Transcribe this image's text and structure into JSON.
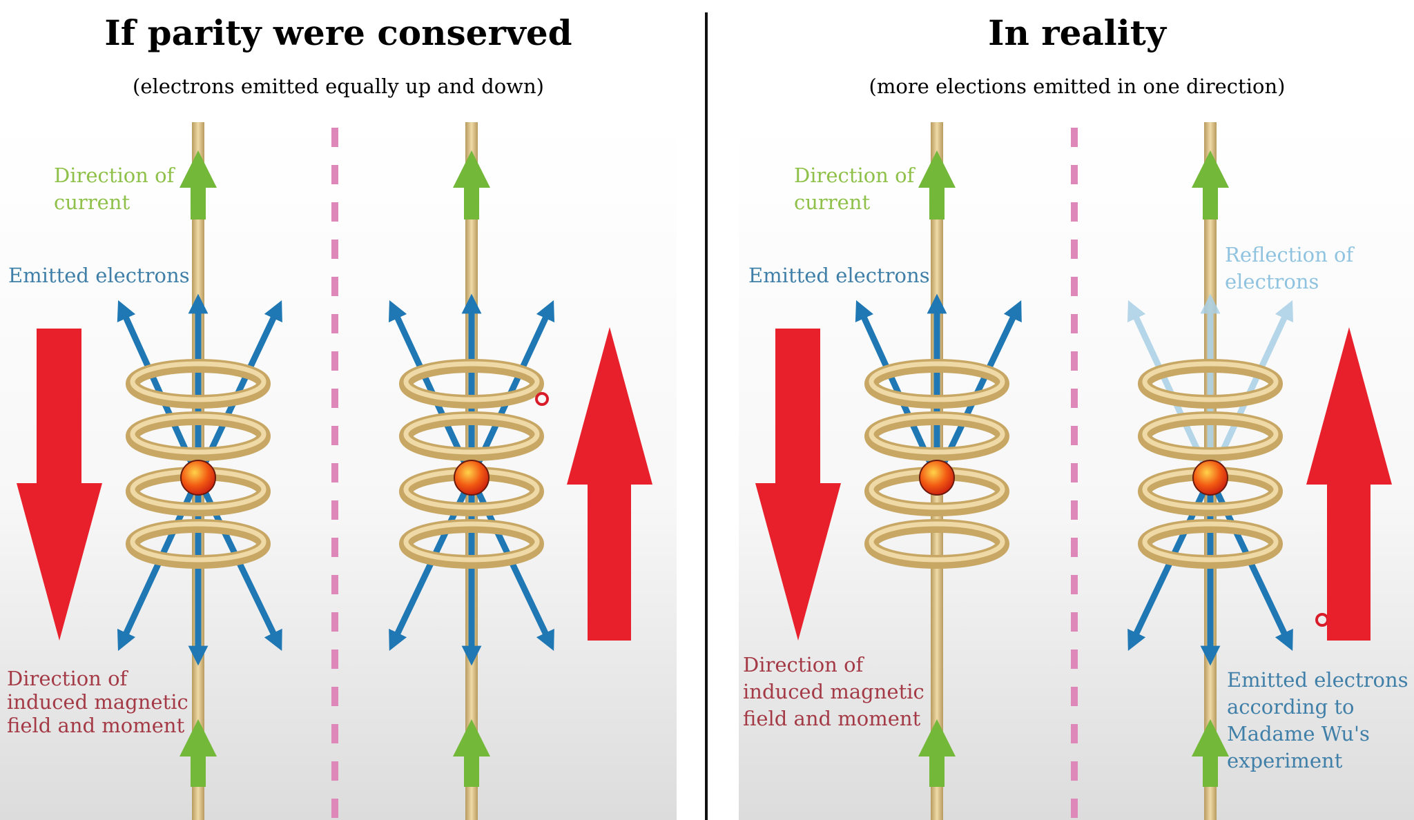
{
  "panels": {
    "left": {
      "title": "If parity were conserved",
      "subtitle": "(electrons emitted equally up and down)"
    },
    "right": {
      "title": "In reality",
      "subtitle": "(more elections emitted in one direction)"
    }
  },
  "labels": {
    "current_1": "Direction of",
    "current_2": "current",
    "electrons": "Emitted electrons",
    "field_1": "Direction of",
    "field_2": "induced magnetic",
    "field_3": "field and moment",
    "reflection_1": "Reflection of",
    "reflection_2": "electrons",
    "wu_1": "Emitted electrons",
    "wu_2": "according to",
    "wu_3": "Madame Wu's",
    "wu_4": "experiment"
  },
  "colors": {
    "current_arrow": "#74b83a",
    "electron_arrow": "#1f78b4",
    "field_arrow": "#e8202b",
    "coil": "#e3c98f",
    "nucleus": "#f04a10",
    "mirror_line": "#dd88b8"
  }
}
